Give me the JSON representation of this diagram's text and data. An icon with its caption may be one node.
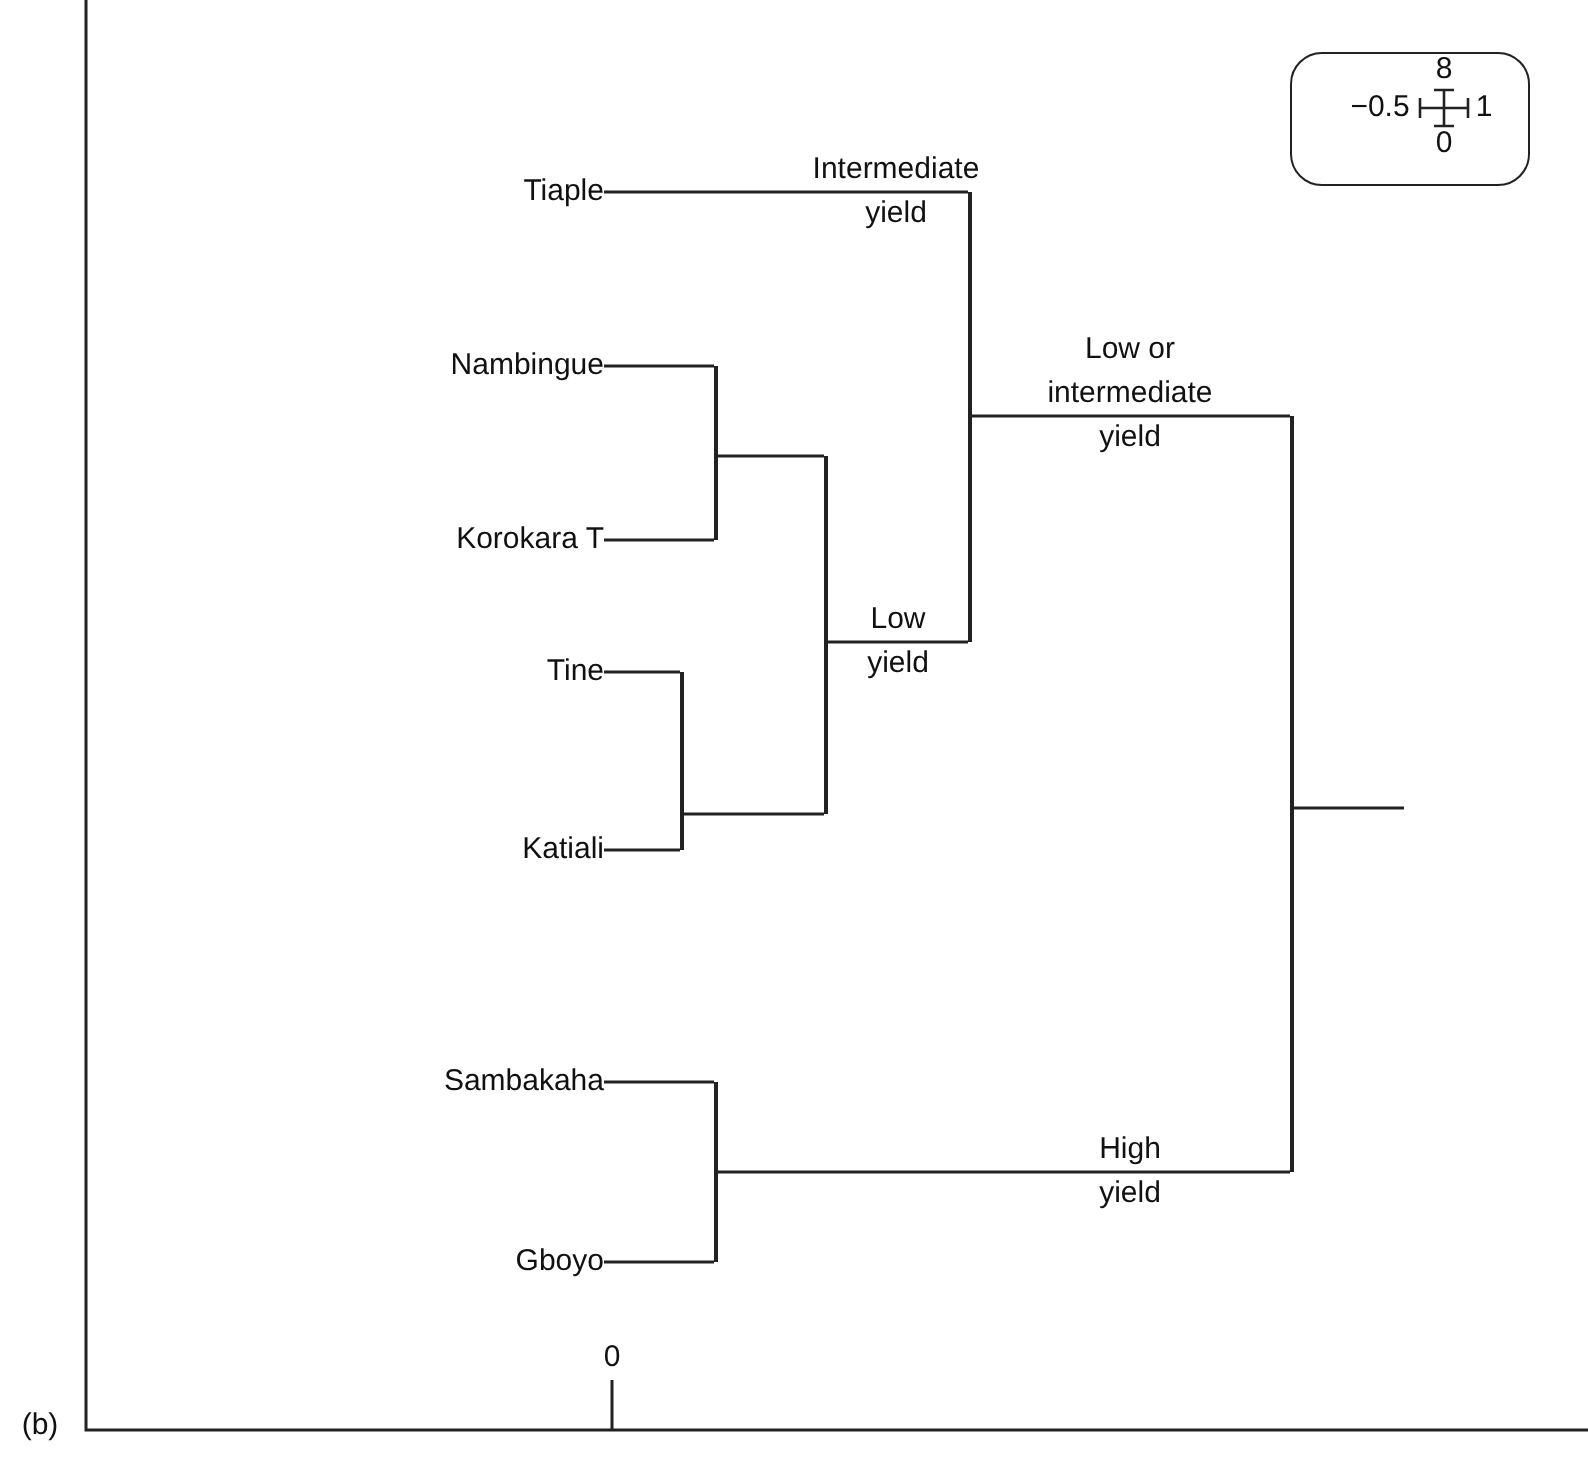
{
  "diagram": {
    "nodes": [
      {
        "text": [
          "Tiaple"
        ]
      },
      {
        "text": [
          "Nambingue"
        ]
      },
      {
        "text": [
          "Korokara T"
        ]
      },
      {
        "text": [
          "Tine"
        ]
      },
      {
        "text": [
          "Katiali"
        ]
      },
      {
        "text": [
          "Sambakaha"
        ]
      },
      {
        "text": [
          "Gboyo"
        ]
      },
      {
        "text": [],
        "shape": "bar"
      },
      {
        "text": [],
        "shape": "bar"
      },
      {
        "text": [],
        "shape": "bar"
      },
      {
        "text": [],
        "shape": "bar"
      },
      {
        "text": [],
        "shape": "bar"
      },
      {
        "text": [],
        "shape": "bar"
      }
    ],
    "edges": [
      {
        "from": 0,
        "to": 10,
        "arrow": "none",
        "label": "Intermediate yield"
      },
      {
        "from": 1,
        "to": 7,
        "arrow": "none"
      },
      {
        "from": 2,
        "to": 7,
        "arrow": "none"
      },
      {
        "from": 3,
        "to": 8,
        "arrow": "none"
      },
      {
        "from": 4,
        "to": 8,
        "arrow": "none"
      },
      {
        "from": 7,
        "to": 9,
        "arrow": "none"
      },
      {
        "from": 8,
        "to": 9,
        "arrow": "none"
      },
      {
        "from": 9,
        "to": 10,
        "arrow": "none",
        "label": "Low yield"
      },
      {
        "from": 5,
        "to": 11,
        "arrow": "none"
      },
      {
        "from": 6,
        "to": 11,
        "arrow": "none"
      },
      {
        "from": 10,
        "to": 12,
        "arrow": "none",
        "label": "Low or intermediate yield"
      },
      {
        "from": 11,
        "to": 12,
        "arrow": "none",
        "label": "High yield"
      },
      {
        "from": 12,
        "to": null,
        "arrow": "none"
      }
    ],
    "labels": [
      "8",
      "−0.5",
      "1",
      "0",
      "0",
      "(b)"
    ]
  }
}
